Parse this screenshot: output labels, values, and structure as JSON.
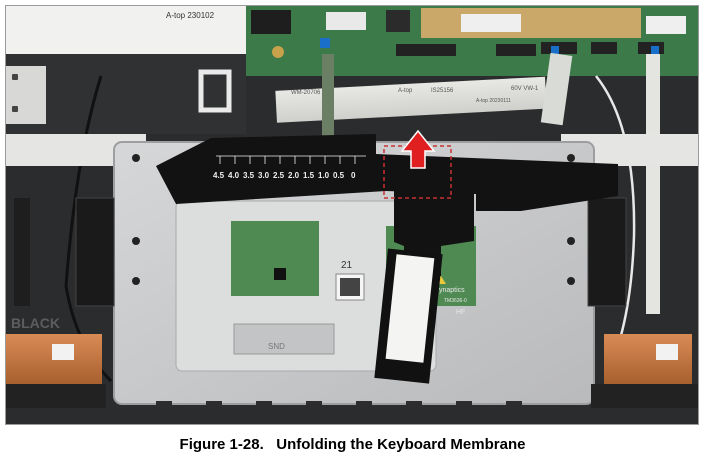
{
  "figure": {
    "number": "Figure 1-28.",
    "title": "Unfolding the Keyboard Membrane"
  },
  "photo_labels": {
    "board_sticker": "A-top 230102",
    "ribbon_texts": [
      "WM-20706",
      "A-top",
      "IS25156",
      "60V VW-1",
      "A-top 20230111"
    ],
    "ruler_marks": [
      "4.5",
      "4.0",
      "3.5",
      "3.0",
      "2.5",
      "2.0",
      "1.5",
      "1.0",
      "0.5",
      "0"
    ],
    "pad_marking": "21",
    "touchpad_brand": "ynaptics",
    "touchpad_code": "TM3636-0",
    "touchpad_hf": "HF",
    "chassis_text": "BLACK",
    "bracket_text": "SND"
  },
  "colors": {
    "pcb": "#3d7a4a",
    "arrow": "#e02020",
    "dashed_box": "#c83232",
    "chassis": "#2b2c2e",
    "plate": "#c9cacb",
    "copper": "#c87a45"
  }
}
